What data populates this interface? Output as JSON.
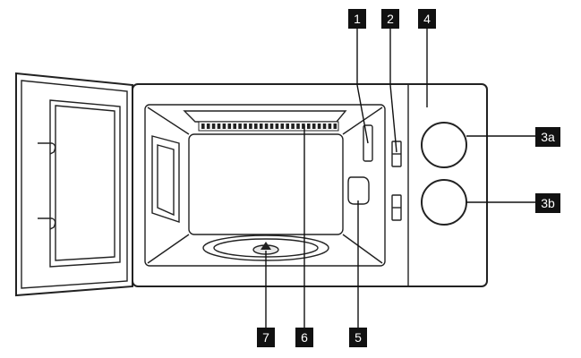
{
  "callouts": {
    "c1": "1",
    "c2": "2",
    "c3a": "3a",
    "c3b": "3b",
    "c4": "4",
    "c5": "5",
    "c6": "6",
    "c7": "7"
  },
  "colors": {
    "line": "#222222",
    "label_bg": "#111111",
    "label_text": "#ffffff",
    "panel_fill": "#f2f2f2",
    "cavity_fill": "#ffffff"
  }
}
